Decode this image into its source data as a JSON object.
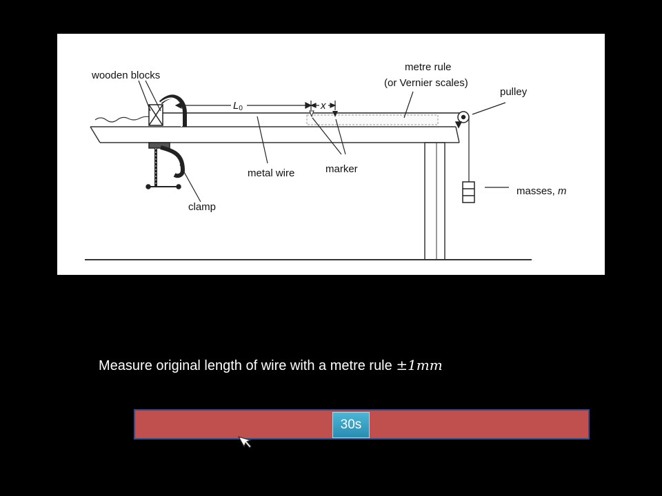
{
  "diagram": {
    "labels": {
      "wooden_blocks": "wooden blocks",
      "metre_rule": "metre rule",
      "vernier": "(or Vernier scales)",
      "pulley": "pulley",
      "L0_main": "L",
      "L0_sub": "0",
      "x": "x",
      "metal_wire": "metal wire",
      "marker": "marker",
      "masses": "masses, ",
      "masses_m": "m",
      "clamp": "clamp"
    },
    "icons": [
      "clamp-icon",
      "pulley-icon",
      "masses-icon",
      "marker-icon"
    ]
  },
  "caption": {
    "text": "Measure original length of wire with a metre rule ",
    "math": "±1mm"
  },
  "timer": {
    "label": "30s",
    "bar_color": "#c0504d",
    "border_color": "#2f4f8f",
    "badge_color": "#31a0c4"
  },
  "cursor": {
    "icon": "mouse-cursor-icon"
  }
}
